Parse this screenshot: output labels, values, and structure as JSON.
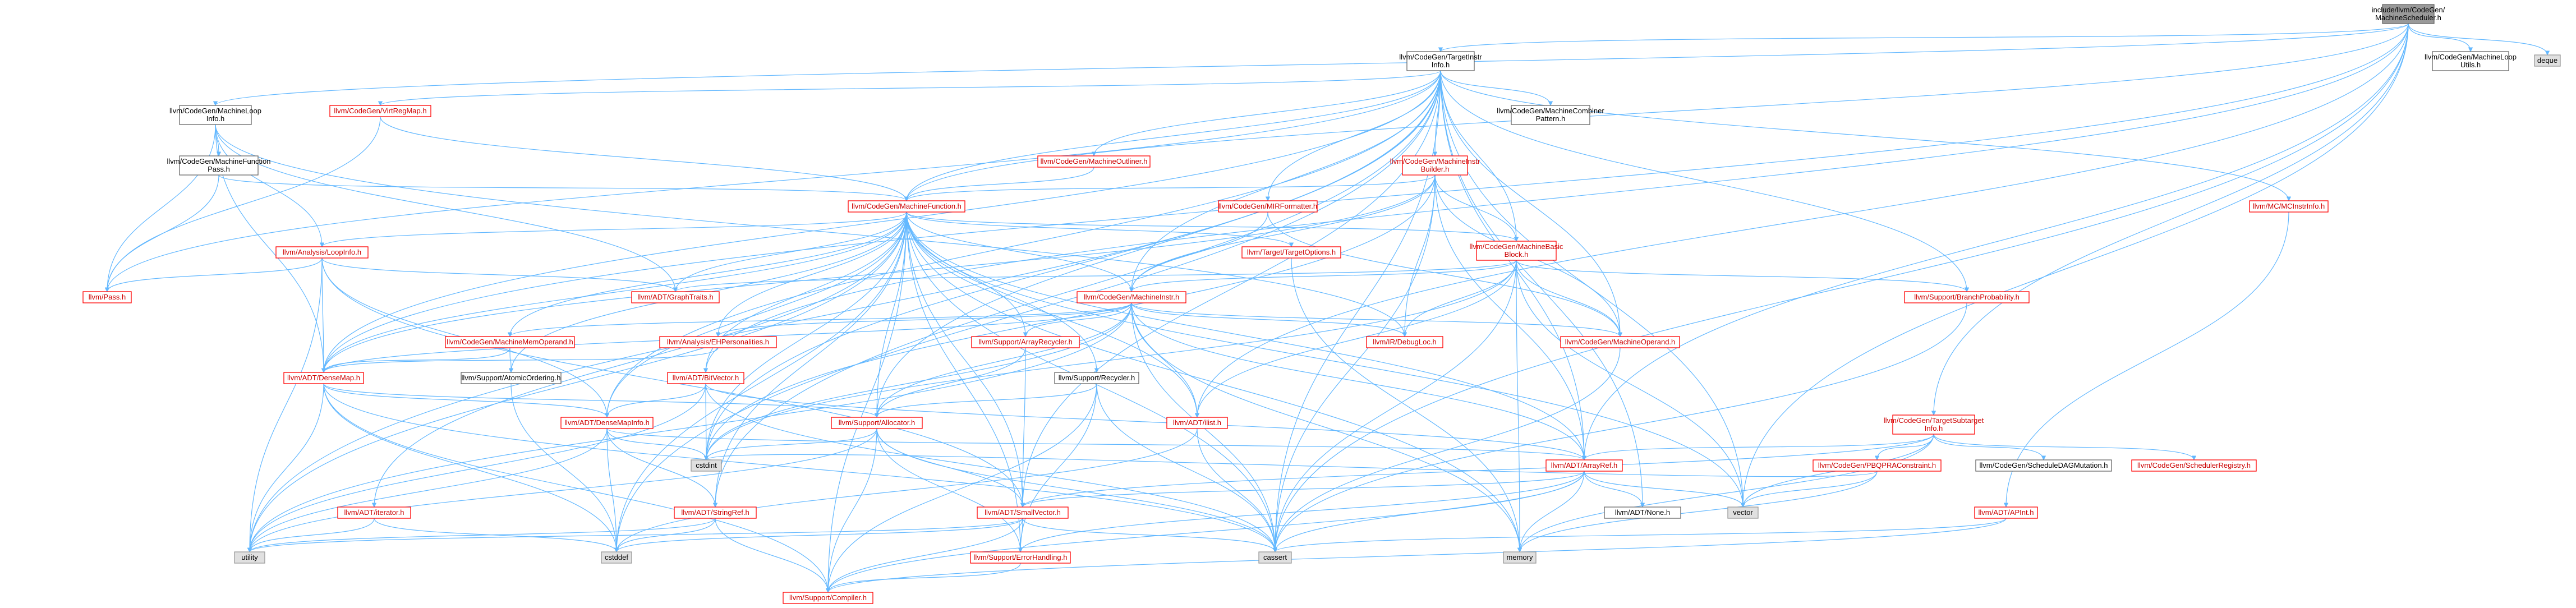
{
  "diagram": {
    "type": "include-dependency-graph",
    "colors": {
      "root_fill": "#999999",
      "node_fill": "#ffffff",
      "linked_border_red": "#ff0000",
      "plain_border": "#666666",
      "external_fill": "#e0e0e0",
      "edge_color": "#63b8ff",
      "red_text": "#cc0000"
    },
    "nodes": [
      {
        "id": "root",
        "lines": [
          "include/llvm/CodeGen/",
          "MachineScheduler.h"
        ],
        "style": "root"
      },
      {
        "id": "tii",
        "lines": [
          "llvm/CodeGen/TargetInstr",
          "Info.h"
        ],
        "style": "plain"
      },
      {
        "id": "mlu",
        "lines": [
          "llvm/CodeGen/MachineLoop",
          "Utils.h"
        ],
        "style": "plain"
      },
      {
        "id": "deque",
        "lines": [
          "deque"
        ],
        "style": "external"
      },
      {
        "id": "mli",
        "lines": [
          "llvm/CodeGen/MachineLoop",
          "Info.h"
        ],
        "style": "plain"
      },
      {
        "id": "vrm",
        "lines": [
          "llvm/CodeGen/VirtRegMap.h"
        ],
        "style": "red"
      },
      {
        "id": "mcp",
        "lines": [
          "llvm/CodeGen/MachineCombiner",
          "Pattern.h"
        ],
        "style": "plain"
      },
      {
        "id": "mfp",
        "lines": [
          "llvm/CodeGen/MachineFunction",
          "Pass.h"
        ],
        "style": "plain"
      },
      {
        "id": "mo",
        "lines": [
          "llvm/CodeGen/MachineOutliner.h"
        ],
        "style": "red"
      },
      {
        "id": "mib",
        "lines": [
          "llvm/CodeGen/MachineInstr",
          "Builder.h"
        ],
        "style": "red"
      },
      {
        "id": "mcinst",
        "lines": [
          "llvm/MC/MCInstrInfo.h"
        ],
        "style": "red"
      },
      {
        "id": "mirf",
        "lines": [
          "llvm/CodeGen/MIRFormatter.h"
        ],
        "style": "red"
      },
      {
        "id": "mf",
        "lines": [
          "llvm/CodeGen/MachineFunction.h"
        ],
        "style": "red"
      },
      {
        "id": "loopinfo",
        "lines": [
          "llvm/Analysis/LoopInfo.h"
        ],
        "style": "red"
      },
      {
        "id": "pass",
        "lines": [
          "llvm/Pass.h"
        ],
        "style": "red"
      },
      {
        "id": "to",
        "lines": [
          "llvm/Target/TargetOptions.h"
        ],
        "style": "red"
      },
      {
        "id": "mbb",
        "lines": [
          "llvm/CodeGen/MachineBasic",
          "Block.h"
        ],
        "style": "red"
      },
      {
        "id": "bp",
        "lines": [
          "llvm/Support/BranchProbability.h"
        ],
        "style": "red"
      },
      {
        "id": "graph",
        "lines": [
          "llvm/ADT/GraphTraits.h"
        ],
        "style": "red"
      },
      {
        "id": "mi",
        "lines": [
          "llvm/CodeGen/MachineInstr.h"
        ],
        "style": "red"
      },
      {
        "id": "mmo",
        "lines": [
          "llvm/CodeGen/MachineMemOperand.h"
        ],
        "style": "red"
      },
      {
        "id": "eh",
        "lines": [
          "llvm/Analysis/EHPersonalities.h"
        ],
        "style": "red"
      },
      {
        "id": "ar",
        "lines": [
          "llvm/Support/ArrayRecycler.h"
        ],
        "style": "red"
      },
      {
        "id": "dl",
        "lines": [
          "llvm/IR/DebugLoc.h"
        ],
        "style": "red"
      },
      {
        "id": "mop",
        "lines": [
          "llvm/CodeGen/MachineOperand.h"
        ],
        "style": "red"
      },
      {
        "id": "dm",
        "lines": [
          "llvm/ADT/DenseMap.h"
        ],
        "style": "red"
      },
      {
        "id": "ao",
        "lines": [
          "llvm/Support/AtomicOrdering.h"
        ],
        "style": "plain"
      },
      {
        "id": "bv",
        "lines": [
          "llvm/ADT/BitVector.h"
        ],
        "style": "red"
      },
      {
        "id": "rec",
        "lines": [
          "llvm/Support/Recycler.h"
        ],
        "style": "plain"
      },
      {
        "id": "alloc",
        "lines": [
          "llvm/Support/Allocator.h"
        ],
        "style": "red"
      },
      {
        "id": "ilist",
        "lines": [
          "llvm/ADT/ilist.h"
        ],
        "style": "red"
      },
      {
        "id": "dmi",
        "lines": [
          "llvm/ADT/DenseMapInfo.h"
        ],
        "style": "red"
      },
      {
        "id": "cstdint",
        "lines": [
          "cstdint"
        ],
        "style": "external"
      },
      {
        "id": "tsi",
        "lines": [
          "llvm/CodeGen/TargetSubtarget",
          "Info.h"
        ],
        "style": "red"
      },
      {
        "id": "iter",
        "lines": [
          "llvm/ADT/iterator.h"
        ],
        "style": "red"
      },
      {
        "id": "strref",
        "lines": [
          "llvm/ADT/StringRef.h"
        ],
        "style": "red"
      },
      {
        "id": "sv",
        "lines": [
          "llvm/ADT/SmallVector.h"
        ],
        "style": "red"
      },
      {
        "id": "aref",
        "lines": [
          "llvm/ADT/ArrayRef.h"
        ],
        "style": "red"
      },
      {
        "id": "none",
        "lines": [
          "llvm/ADT/None.h"
        ],
        "style": "plain"
      },
      {
        "id": "pbqp",
        "lines": [
          "llvm/CodeGen/PBQPRAConstraint.h"
        ],
        "style": "red"
      },
      {
        "id": "sdagm",
        "lines": [
          "llvm/CodeGen/ScheduleDAGMutation.h"
        ],
        "style": "plain"
      },
      {
        "id": "schedreg",
        "lines": [
          "llvm/CodeGen/SchedulerRegistry.h"
        ],
        "style": "red"
      },
      {
        "id": "vector",
        "lines": [
          "vector"
        ],
        "style": "external"
      },
      {
        "id": "apint",
        "lines": [
          "llvm/ADT/APInt.h"
        ],
        "style": "red"
      },
      {
        "id": "utility",
        "lines": [
          "utility"
        ],
        "style": "external"
      },
      {
        "id": "cstddef",
        "lines": [
          "cstddef"
        ],
        "style": "external"
      },
      {
        "id": "eh2",
        "lines": [
          "llvm/Support/ErrorHandling.h"
        ],
        "style": "red"
      },
      {
        "id": "cassert",
        "lines": [
          "cassert"
        ],
        "style": "external"
      },
      {
        "id": "memory",
        "lines": [
          "memory"
        ],
        "style": "external"
      },
      {
        "id": "compiler",
        "lines": [
          "llvm/Support/Compiler.h"
        ],
        "style": "red"
      }
    ]
  }
}
